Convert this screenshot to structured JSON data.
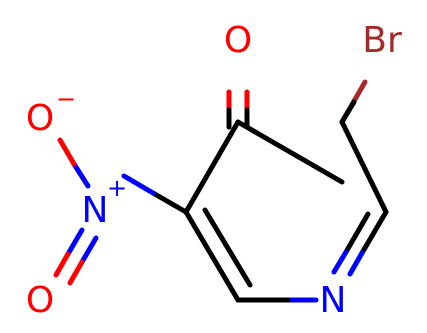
{
  "molecule": {
    "atoms": {
      "oxygen_carbonyl": "O",
      "bromine": "Br",
      "nitrogen_ring": "N",
      "nitrogen_nitro": "N",
      "oxygen_nitro_top": "O",
      "oxygen_nitro_bottom": "O",
      "charge_plus": "+",
      "charge_minus": "−"
    },
    "colors": {
      "carbon_bond": "#000000",
      "nitrogen": "#0000ff",
      "oxygen": "#ff0000",
      "bromine": "#a52a2a"
    }
  }
}
